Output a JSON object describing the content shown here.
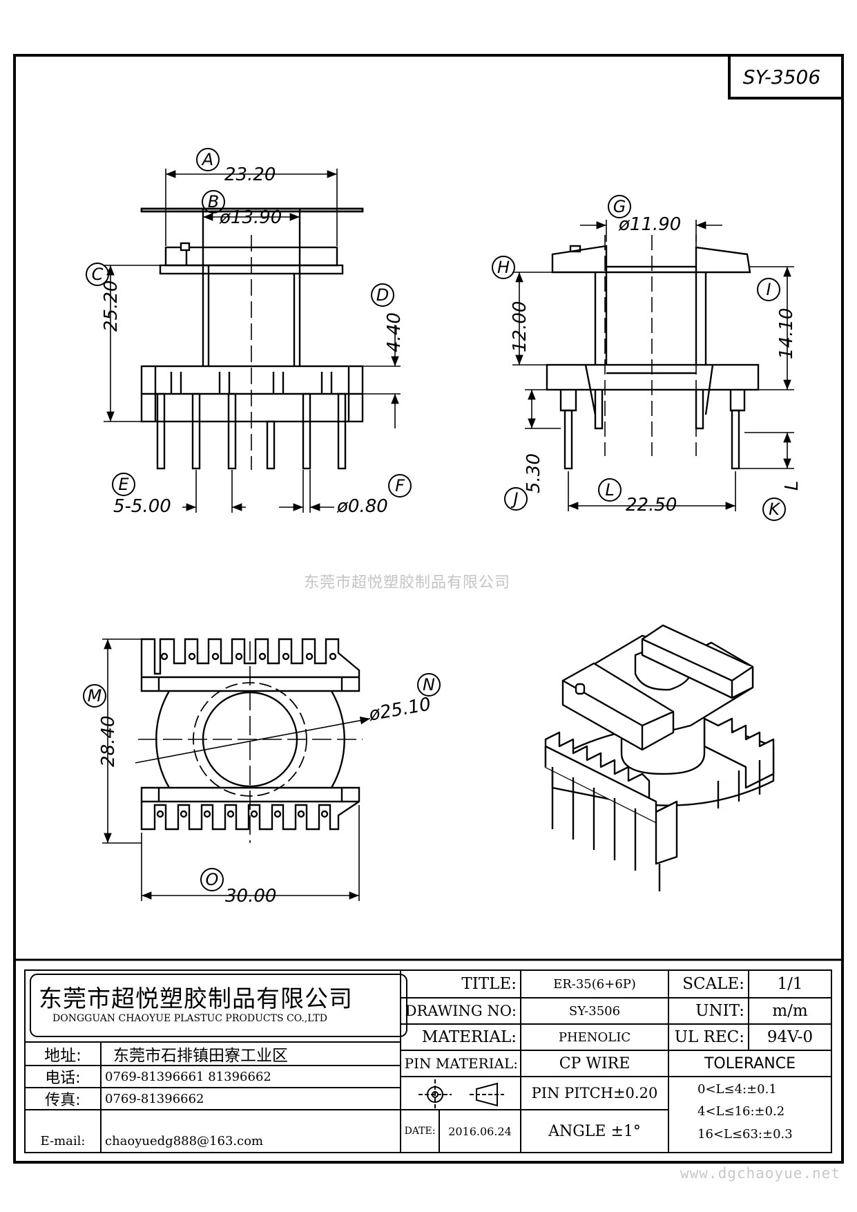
{
  "drawing_code": "SY-3506",
  "watermark": "东莞市超悦塑胶制品有限公司",
  "site_url": "www.dgchaoyue.net",
  "dimensions": {
    "A": "A",
    "A_value": "23.20",
    "B": "B",
    "B_value": "ø13.90",
    "C": "C",
    "C_value": "25.20",
    "D": "D",
    "D_value": "4.40",
    "E": "E",
    "E_value": "5-5.00",
    "F": "F",
    "F_value": "ø0.80",
    "G": "G",
    "G_value": "ø11.90",
    "H": "H",
    "H_value": "12.00",
    "I": "I",
    "I_value": "14.10",
    "J": "J",
    "J_value": "5.30",
    "K": "K",
    "K_value": "L",
    "L": "L",
    "L_value": "22.50",
    "M": "M",
    "M_value": "28.40",
    "N": "N",
    "N_value": "ø25.10",
    "O": "O",
    "O_value": "30.00"
  },
  "company": {
    "name_cn": "东莞市超悦塑胶制品有限公司",
    "name_en": "DONGGUAN CHAOYUE PLASTUC PRODUCTS CO.,LTD",
    "address_label": "地址:",
    "address": "东莞市石排镇田寮工业区",
    "phone_label": "电话:",
    "phone": "0769-81396661  81396662",
    "fax_label": "传真:",
    "fax": "0769-81396662",
    "email_label": "E-mail:",
    "email": "chaoyuedg888@163.com"
  },
  "title_block": {
    "title_label": "TITLE:",
    "title": "ER-35(6+6P)",
    "drawing_no_label": "DRAWING NO:",
    "drawing_no": "SY-3506",
    "material_label": "MATERIAL:",
    "material": "PHENOLIC",
    "pin_material_label": "PIN MATERIAL:",
    "pin_material": "CP WIRE",
    "pin_pitch": "PIN PITCH±0.20",
    "date_label": "DATE:",
    "date": "2016.06.24",
    "angle": "ANGLE  ±1°",
    "scale_label": "SCALE:",
    "scale": "1/1",
    "unit_label": "UNIT:",
    "unit": "m/m",
    "ul_label": "UL REC:",
    "ul": "94V-0",
    "tolerance_label": "TOLERANCE",
    "tolerance_1": "0<L≤4:±0.1",
    "tolerance_2": "4<L≤16:±0.2",
    "tolerance_3": "16<L≤63:±0.3"
  }
}
